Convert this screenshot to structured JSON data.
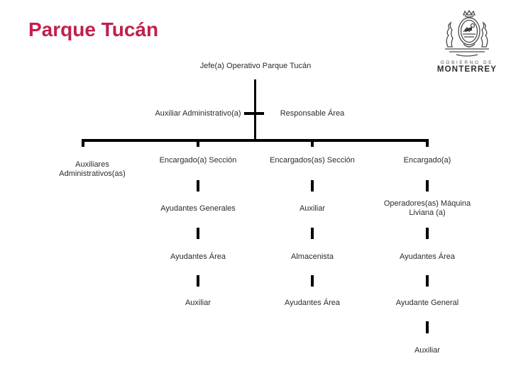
{
  "slide": {
    "title": "Parque Tucán",
    "title_color": "#C0204E",
    "background_color": "#ffffff"
  },
  "logo": {
    "crest": "monterrey-coat-of-arms",
    "line1": "GOBIERNO DE",
    "line2": "MONTERREY",
    "color": "#3a3a3a"
  },
  "org_chart": {
    "line_color": "#000000",
    "root": "Jefe(a) Operativo Parque Tucán",
    "staff": [
      "Auxiliar Administrativo(a)",
      "Responsable Área"
    ],
    "left_branch": "Auxiliares Administrativos(as)",
    "columns": [
      {
        "levels": [
          "Encargado(a) Sección",
          "Ayudantes Generales",
          "Ayudantes Área",
          "Auxiliar"
        ]
      },
      {
        "levels": [
          "Encargados(as) Sección",
          "Auxiliar",
          "Almacenista",
          "Ayudantes Área"
        ]
      },
      {
        "levels": [
          "Encargado(a)",
          "Operadores(as) Máquina Liviana (a)",
          "Ayudantes Área",
          "Ayudante General",
          "Auxiliar"
        ]
      }
    ]
  }
}
